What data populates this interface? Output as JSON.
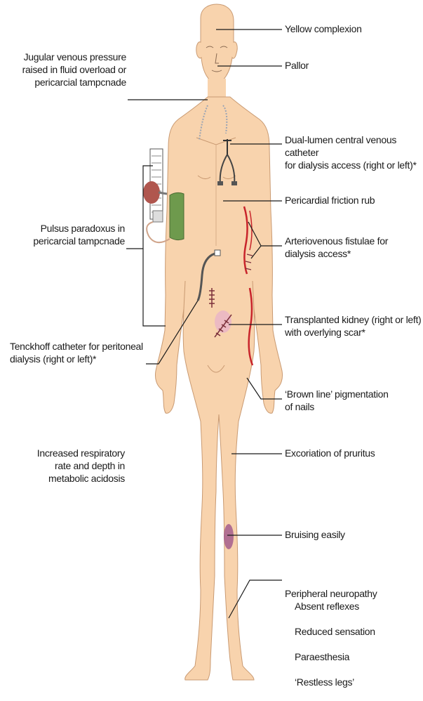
{
  "labels": {
    "yellow_complexion": "Yellow complexion",
    "pallor": "Pallor",
    "jvp": "Jugular venous pressure\nraised in fluid overload or\npericarcial tampcnade",
    "catheter": "Dual-lumen central venous catheter\nfor dialysis access (right or left)*",
    "friction_rub": "Pericardial friction rub",
    "pulsus": "Pulsus paradoxus in\npericarcial tampcnade",
    "fistulae": "Arteriovenous fistulae for\ndialysis access*",
    "tenckhoff": "Tenckhoff catheter for peritoneal\ndialysis (right or left)*",
    "transplant": "Transplanted kidney (right or left)\nwith overlying scar*",
    "brown_line": "‘Brown line’ pigmentation\nof nails",
    "respiratory": "Increased respiratory\nrate and depth in\nmetabolic acidosis",
    "excoriation": "Excoriation of pruritus",
    "bruising": "Bruising easily",
    "neuropathy_title": "Peripheral neuropathy",
    "neuropathy_items": [
      "Absent reflexes",
      "Reduced sensation",
      "Paraesthesia",
      "‘Restless legs’"
    ]
  },
  "colors": {
    "skin": "#f8d3ad",
    "skin_edge": "#c99a72",
    "fistula": "#c8242b",
    "cuff": "#6e9a4d",
    "bulb": "#b0564e",
    "bruise": "#9a4e8a",
    "line": "#1a1a1a"
  }
}
